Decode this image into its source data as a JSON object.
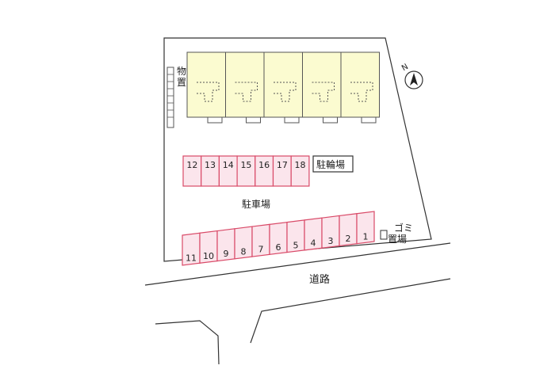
{
  "map": {
    "labels": {
      "storage": "物置",
      "bicycle_parking": "駐輪場",
      "parking": "駐車場",
      "road": "道路",
      "garbage": "ゴミ置場"
    },
    "compass": {
      "north_label": "N"
    },
    "parking_spaces": {
      "row_upper": [
        "12",
        "13",
        "14",
        "15",
        "16",
        "17",
        "18"
      ],
      "row_lower": [
        "11",
        "10",
        "9",
        "8",
        "7",
        "6",
        "5",
        "4",
        "3",
        "2",
        "1"
      ]
    },
    "building_units": 5,
    "colors": {
      "building_fill": "#fbfbd0",
      "parking_stroke": "#d94a68",
      "parking_fill": "#fbe5ec",
      "outline": "#333333"
    }
  }
}
